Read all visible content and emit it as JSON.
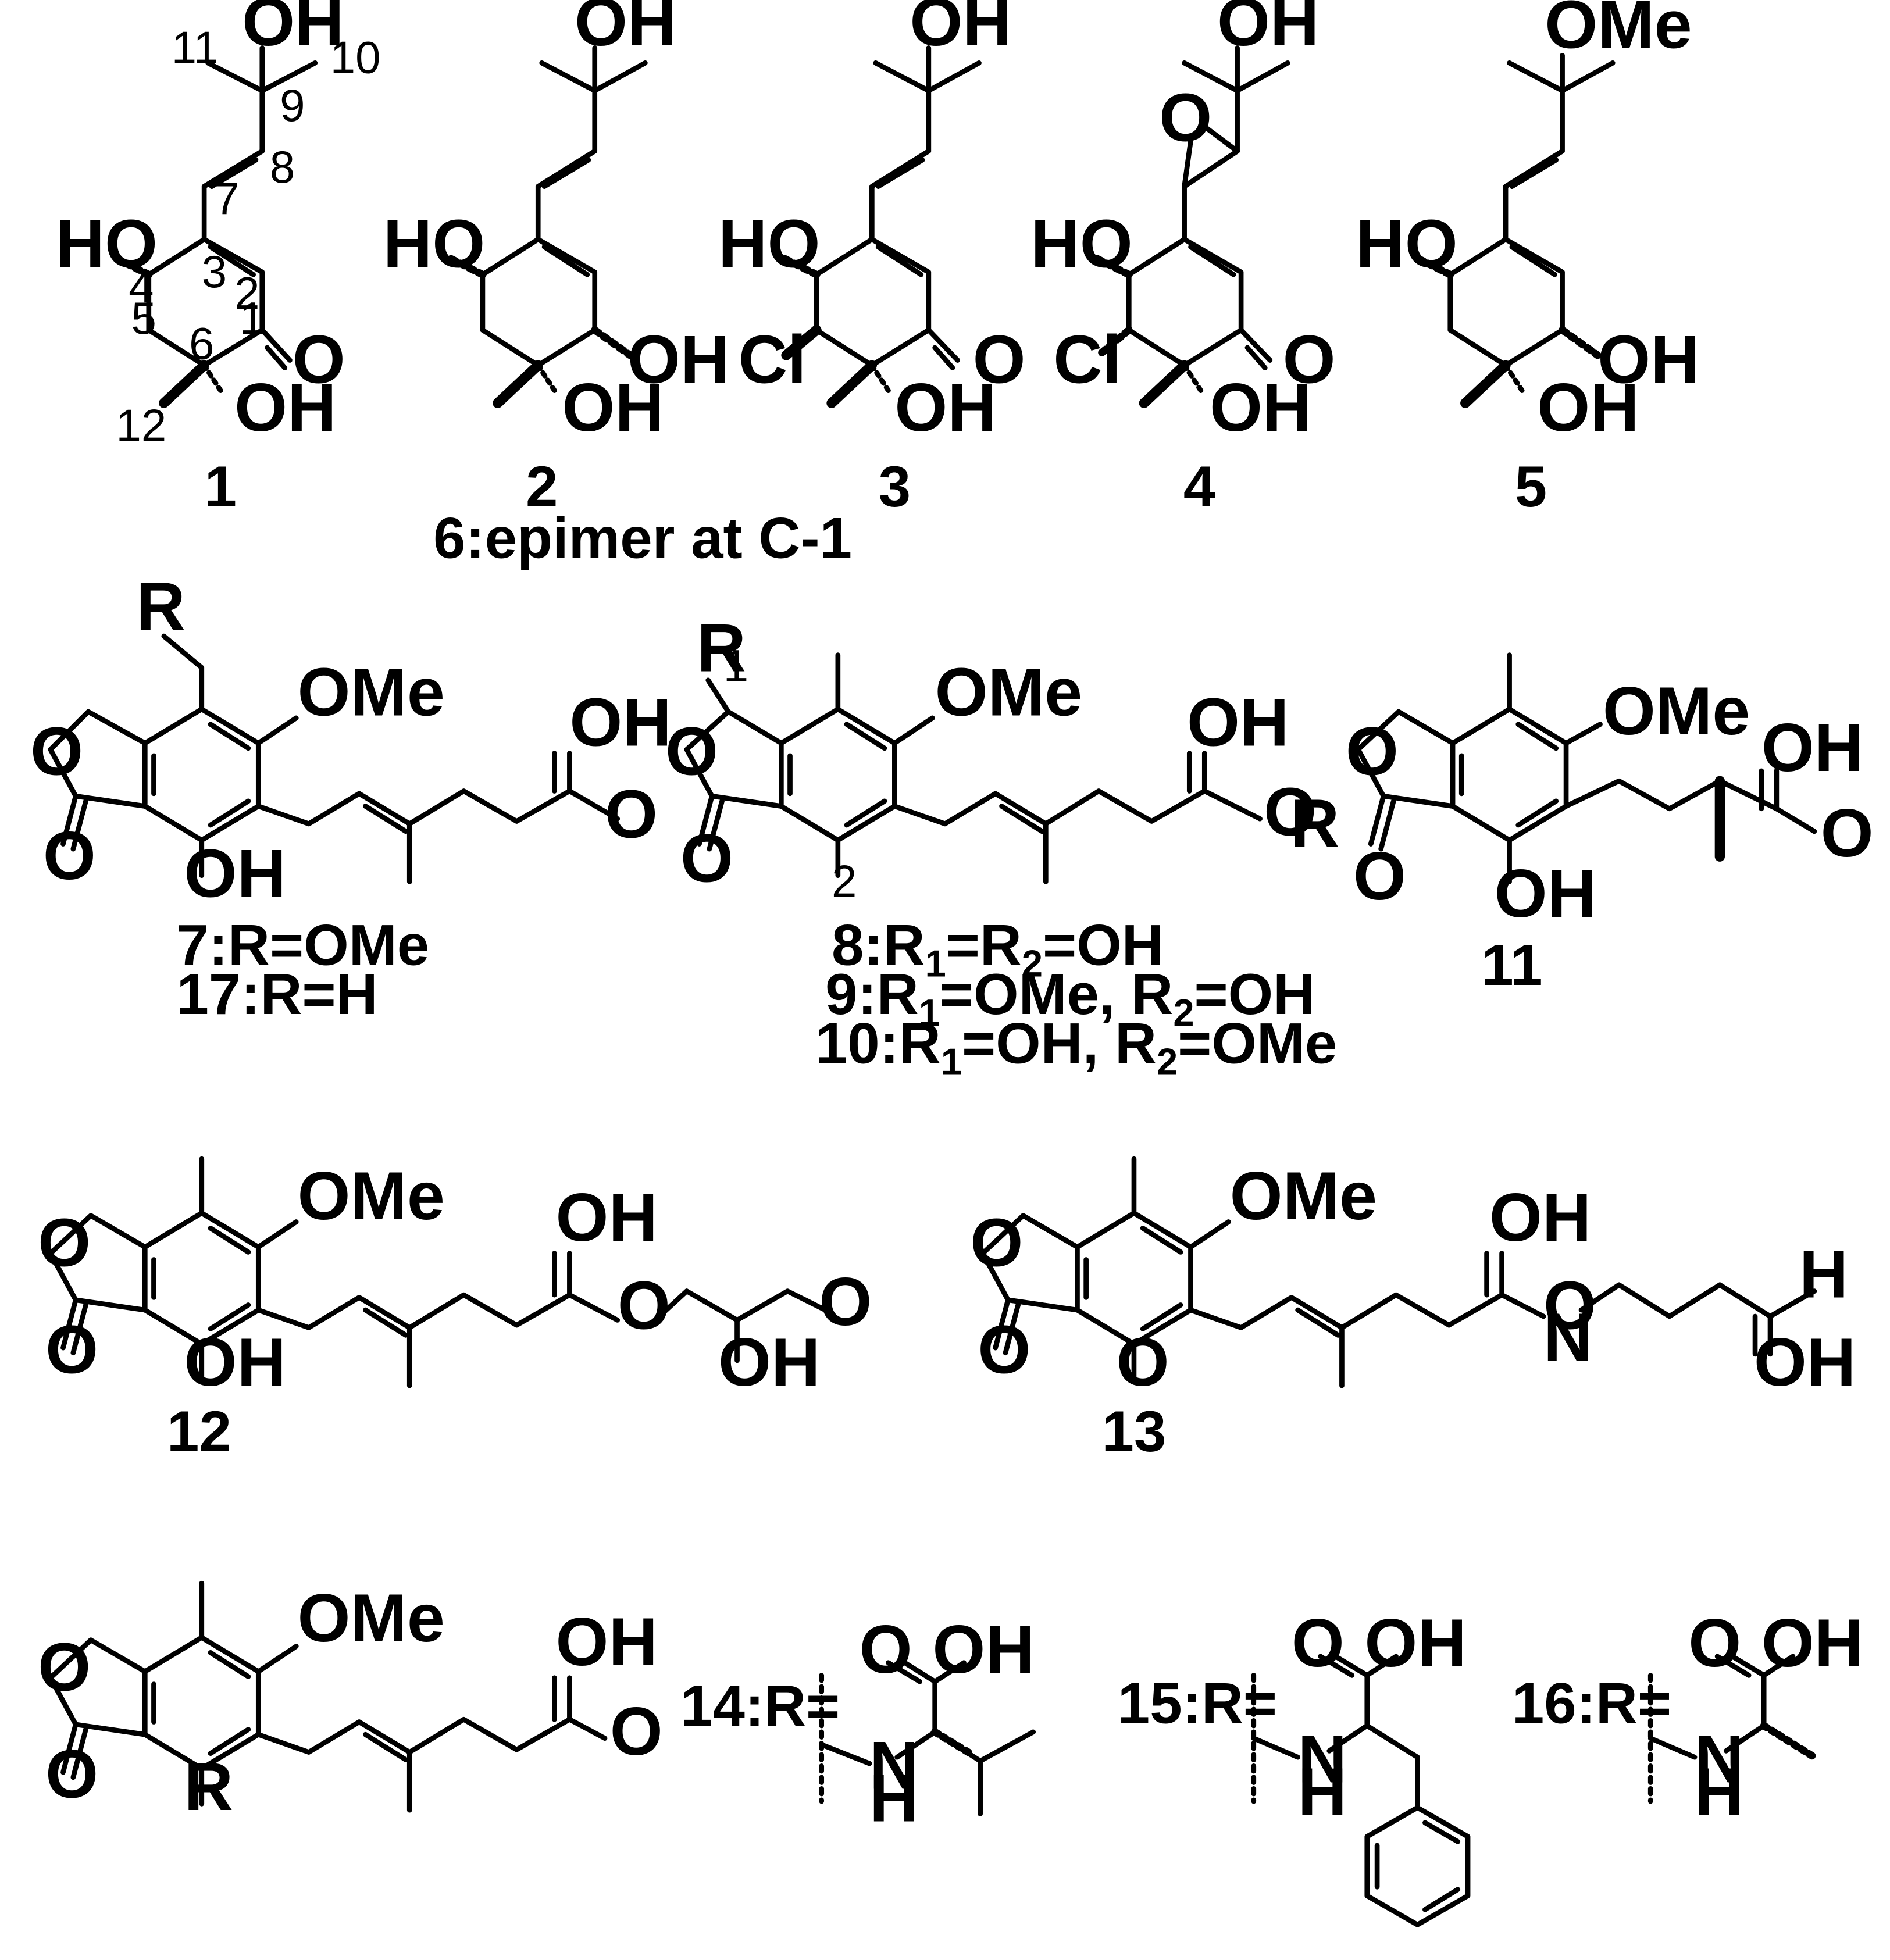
{
  "compounds": [
    {
      "id": "1",
      "label": "1",
      "atoms": [
        "OH",
        "HO",
        "O",
        "OH"
      ],
      "numbering": [
        "11",
        "10",
        "9",
        "8",
        "7",
        "4",
        "3",
        "2",
        "1",
        "5",
        "6",
        "12"
      ]
    },
    {
      "id": "2",
      "label": "2",
      "atoms": [
        "OH",
        "HO",
        "OH",
        "OH"
      ],
      "note": "6:epimer at C-1"
    },
    {
      "id": "3",
      "label": "3",
      "atoms": [
        "OH",
        "HO",
        "Cl",
        "O",
        "OH"
      ]
    },
    {
      "id": "4",
      "label": "4",
      "atoms": [
        "OH",
        "O",
        "HO",
        "Cl",
        "O",
        "OH"
      ]
    },
    {
      "id": "5",
      "label": "5",
      "atoms": [
        "OMe",
        "HO",
        "OH",
        "OH"
      ]
    },
    {
      "id": "7",
      "atoms": [
        "R",
        "OMe",
        "O",
        "O",
        "OH",
        "O",
        "OH"
      ],
      "captions": [
        "7:R=OMe",
        "17:R=H"
      ]
    },
    {
      "id": "8",
      "atoms": [
        "R",
        "1",
        "OMe",
        "O",
        "O",
        "OH",
        "O",
        "R",
        "2"
      ],
      "captions": [
        {
          "a": "8:R",
          "b": "1",
          "c": "=R",
          "d": "2",
          "e": "=OH"
        },
        {
          "a": "9:R",
          "b": "1",
          "c": "=OMe,  R",
          "d": "2",
          "e": "=OH"
        },
        {
          "a": "10:R",
          "b": "1",
          "c": "=OH,  R",
          "d": "2",
          "e": "=OMe"
        }
      ]
    },
    {
      "id": "11",
      "label": "11",
      "atoms": [
        "OMe",
        "O",
        "O",
        "OH",
        "O",
        "OH"
      ]
    },
    {
      "id": "12",
      "label": "12",
      "atoms": [
        "OMe",
        "O",
        "O",
        "OH",
        "O",
        "O",
        "OH",
        "OH"
      ]
    },
    {
      "id": "13",
      "label": "13",
      "atoms": [
        "OMe",
        "O",
        "O",
        "OH",
        "O",
        "N",
        "H",
        "OH",
        "O"
      ]
    },
    {
      "id": "14-core",
      "atoms": [
        "OMe",
        "O",
        "O",
        "OH",
        "O",
        "R"
      ]
    },
    {
      "id": "14",
      "prefix": "14:R=",
      "atoms": [
        "O",
        "OH",
        "N",
        "H"
      ]
    },
    {
      "id": "15",
      "prefix": "15:R=",
      "atoms": [
        "O",
        "OH",
        "N",
        "H"
      ]
    },
    {
      "id": "16",
      "prefix": "16:R=",
      "atoms": [
        "O",
        "OH",
        "N",
        "H"
      ]
    }
  ]
}
